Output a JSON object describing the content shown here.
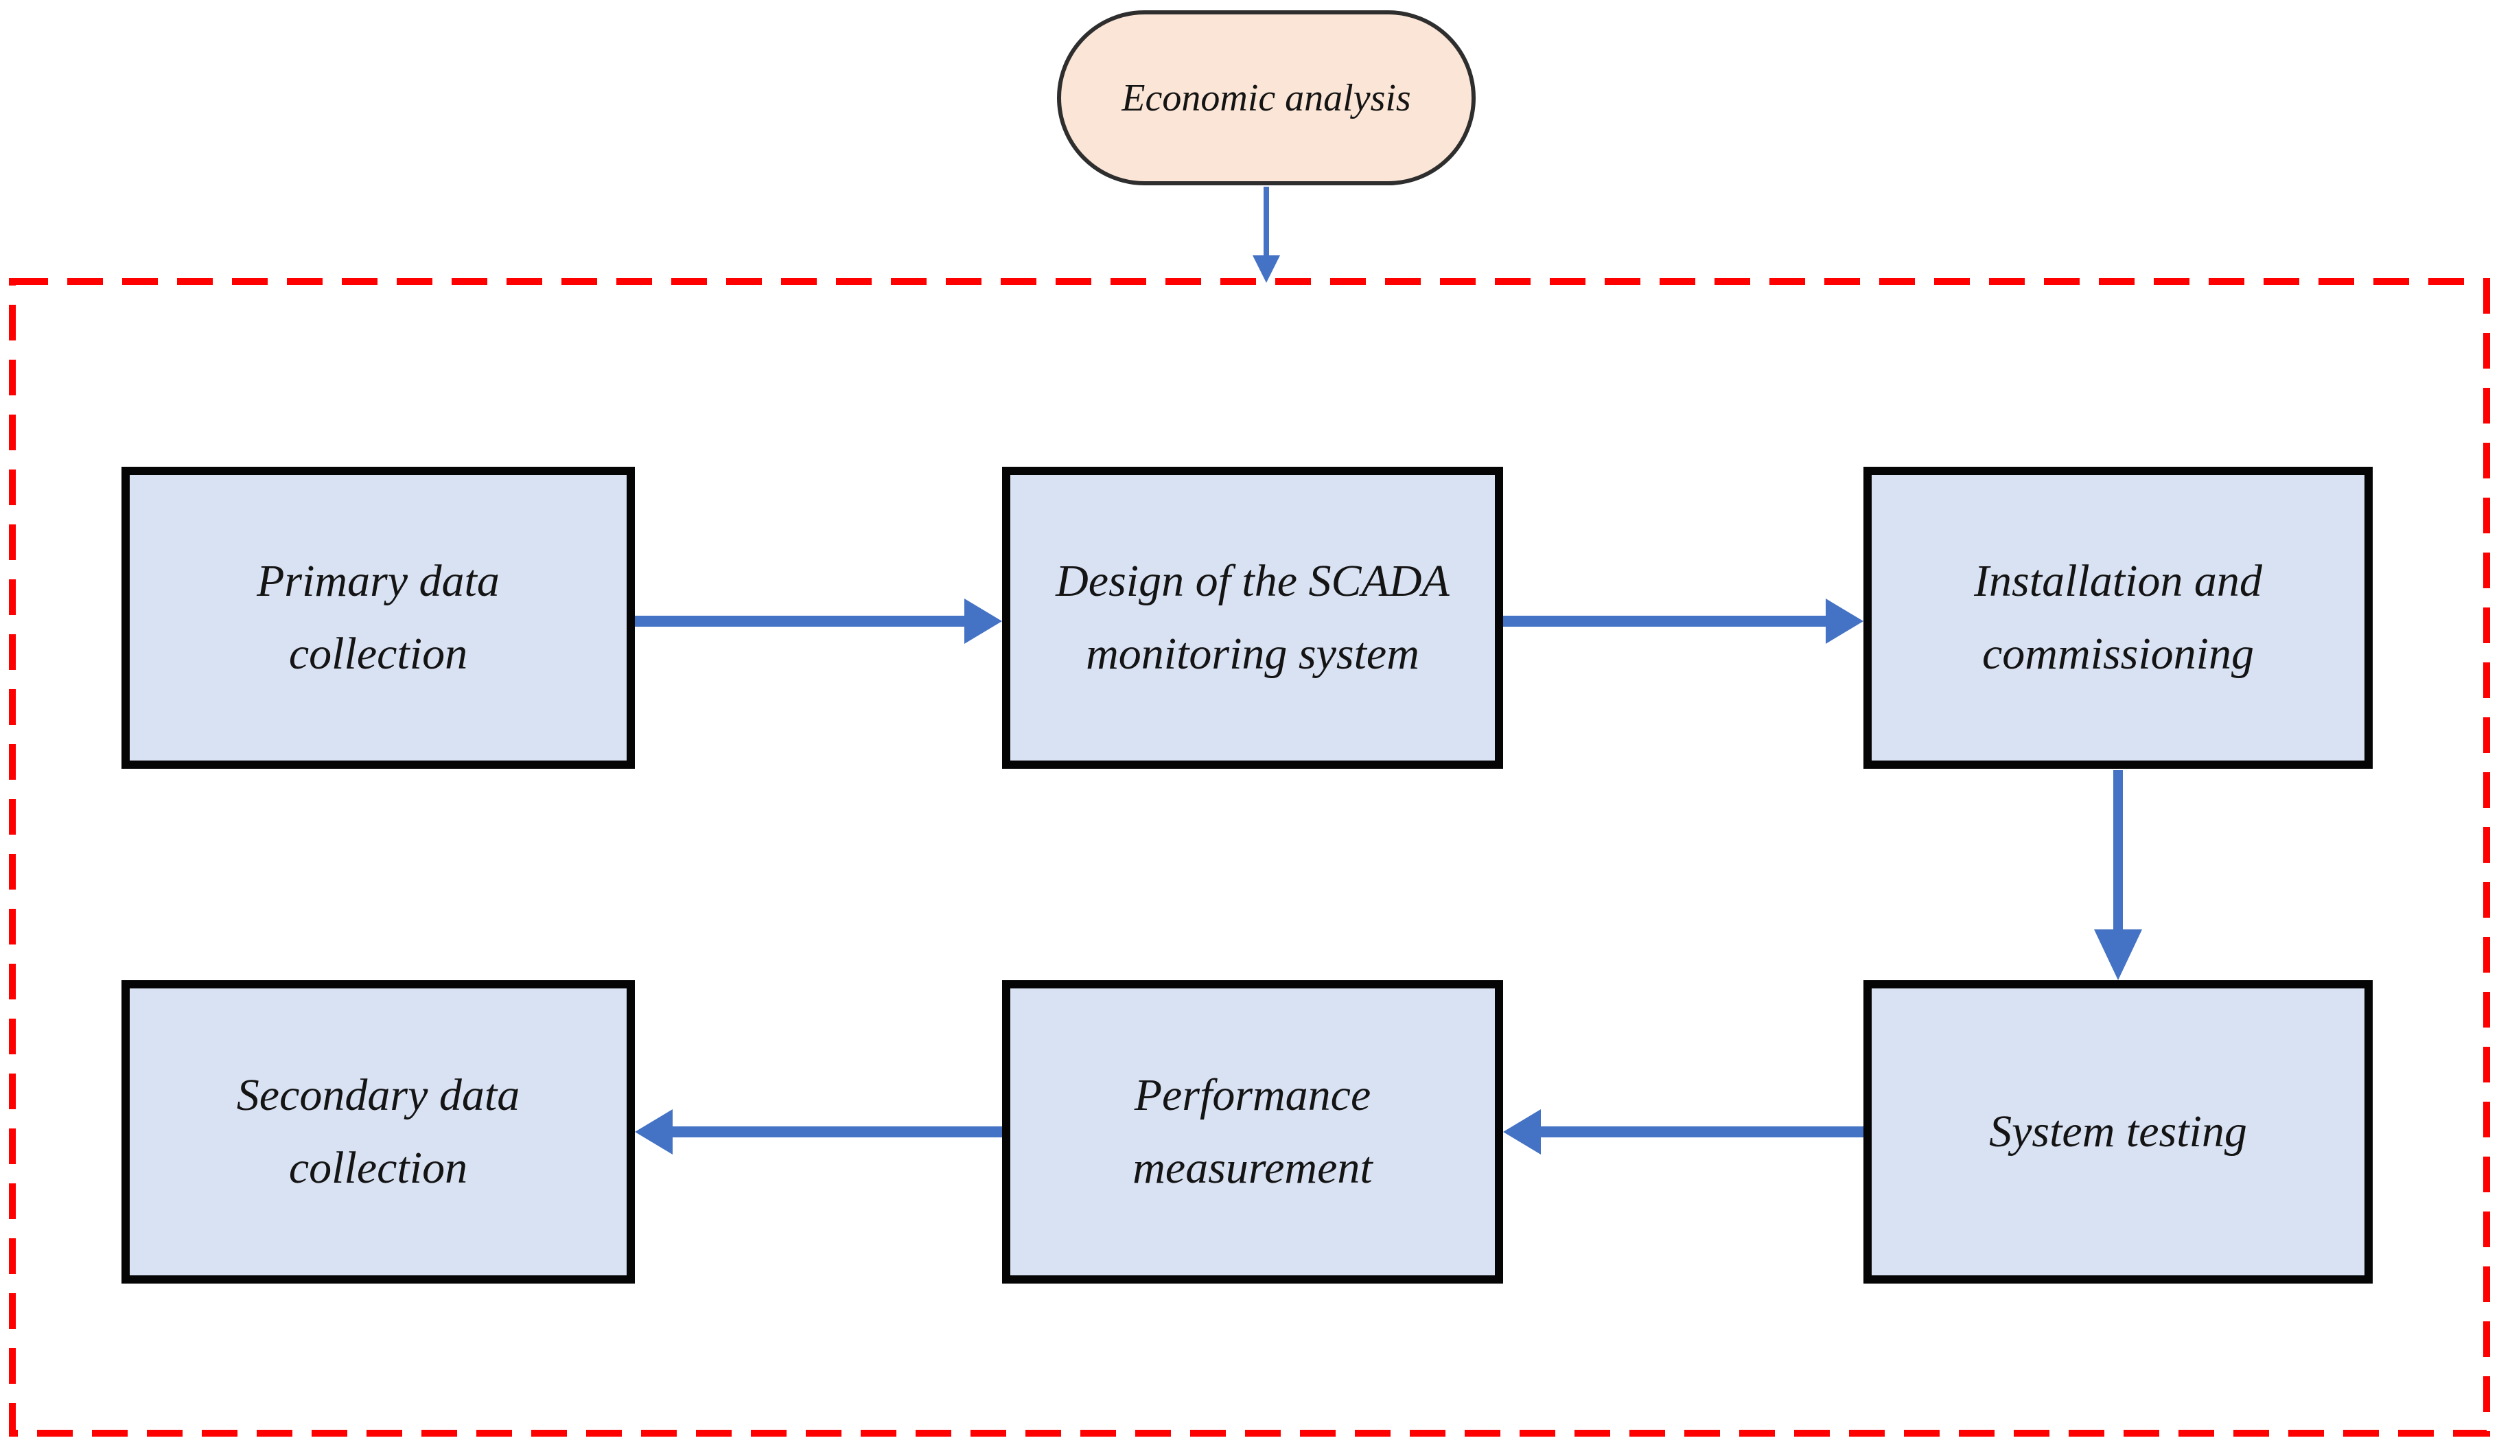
{
  "diagram": {
    "type": "flowchart",
    "start_node": {
      "id": "economic-analysis",
      "label": "Economic analysis"
    },
    "nodes": [
      {
        "id": "primary-data-collection",
        "label": "Primary data collection"
      },
      {
        "id": "design-scada-monitoring",
        "label": "Design of the SCADA monitoring system"
      },
      {
        "id": "installation-commissioning",
        "label": "Installation and commissioning"
      },
      {
        "id": "secondary-data-collection",
        "label": "Secondary data collection"
      },
      {
        "id": "performance-measurement",
        "label": "Performance measurement"
      },
      {
        "id": "system-testing",
        "label": "System testing"
      }
    ],
    "edges": [
      {
        "from": "economic-analysis",
        "to": "dashed-boundary",
        "direction": "down"
      },
      {
        "from": "primary-data-collection",
        "to": "design-scada-monitoring",
        "direction": "right"
      },
      {
        "from": "design-scada-monitoring",
        "to": "installation-commissioning",
        "direction": "right"
      },
      {
        "from": "installation-commissioning",
        "to": "system-testing",
        "direction": "down"
      },
      {
        "from": "system-testing",
        "to": "performance-measurement",
        "direction": "left"
      },
      {
        "from": "performance-measurement",
        "to": "secondary-data-collection",
        "direction": "left"
      }
    ],
    "colors": {
      "node_fill": "#D9E2F3",
      "node_border": "#050505",
      "start_fill": "#FBE5D6",
      "start_border": "#2e2e2e",
      "arrow": "#4472C4",
      "boundary": "#FF0000",
      "text": "#141414",
      "background": "#FFFFFF"
    }
  }
}
